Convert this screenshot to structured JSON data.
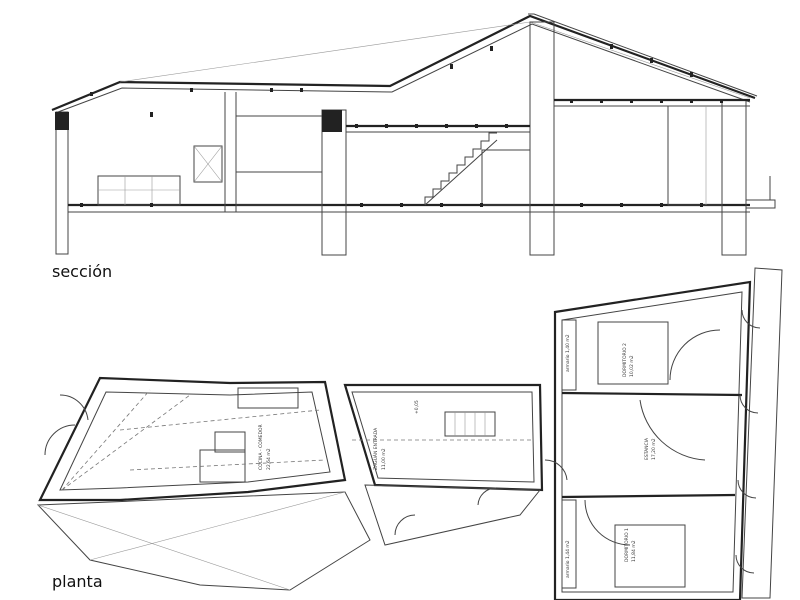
{
  "titles": {
    "section": "sección",
    "plan": "planta"
  },
  "rooms": {
    "kitchen_name": "COCINA - COMEDOR",
    "kitchen_area": "22,64 m2",
    "hall_name": "ZAGUÁN ENTRADA",
    "hall_area": "11,00 m2",
    "level_mark": "+0,05",
    "living_name": "ESTANCIA",
    "living_area": "17,20 m2",
    "bed2_name": "DORMITORIO 2",
    "bed2_area": "10,02 m2",
    "bed1_name": "DORMITORIO 1",
    "bed1_area": "11,84 m2",
    "closet_top": "armario 1,40 m2",
    "closet_bottom": "armario 1,44 m2"
  },
  "colors": {
    "ink": "#222222",
    "thin": "#444444",
    "hatch": "#999999",
    "background": "#ffffff"
  }
}
